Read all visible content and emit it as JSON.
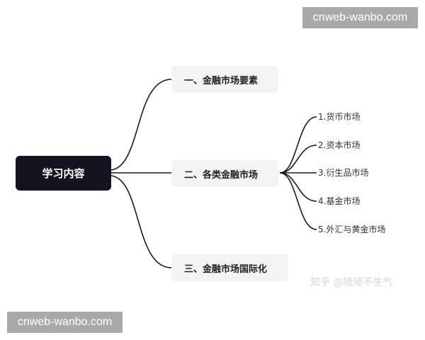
{
  "mindmap": {
    "root": {
      "label": "学习内容",
      "color": "#15131f"
    },
    "branches": [
      {
        "label": "一、金融市场要素"
      },
      {
        "label": "二、各类金融市场",
        "children": [
          {
            "label": "1.货币市场"
          },
          {
            "label": "2.资本市场"
          },
          {
            "label": "3.衍生品市场"
          },
          {
            "label": "4.基金市场"
          },
          {
            "label": "5.外汇与黄金市场"
          }
        ]
      },
      {
        "label": "三、金融市场国际化"
      }
    ]
  },
  "watermarks": {
    "top_right": "cnweb-wanbo.com",
    "bottom_left": "cnweb-wanbo.com",
    "zhihu": "知乎 @陵陵不生气"
  }
}
